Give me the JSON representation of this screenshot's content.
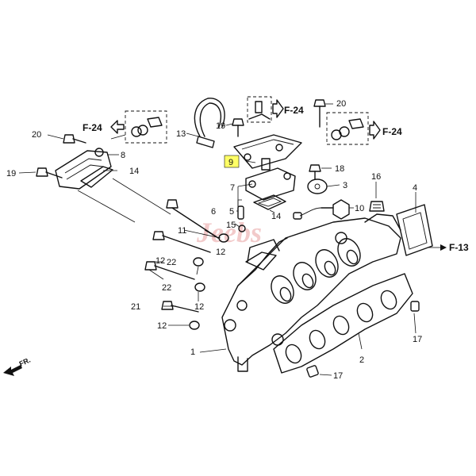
{
  "callouts": {
    "c1": "1",
    "c2": "2",
    "c3": "3",
    "c4": "4",
    "c5": "5",
    "c6": "6",
    "c7": "7",
    "c8": "8",
    "c9": "9",
    "c10": "10",
    "c11": "11",
    "c12a": "12",
    "c12b": "12",
    "c12c": "12",
    "c12d": "12",
    "c13": "13",
    "c14a": "14",
    "c14b": "14",
    "c15": "15",
    "c16": "16",
    "c17a": "17",
    "c17b": "17",
    "c18": "18",
    "c19a": "19",
    "c19b": "19",
    "c20a": "20",
    "c20b": "20",
    "c21": "21",
    "c22a": "22",
    "c22b": "22"
  },
  "references": {
    "f24a": "F-24",
    "f24b": "F-24",
    "f24c": "F-24",
    "f13": "F-13"
  },
  "front_marker": "FR.",
  "watermark": {
    "brand": "Jeebs"
  },
  "highlight": {
    "callout": "9",
    "color": "#ffff66"
  }
}
